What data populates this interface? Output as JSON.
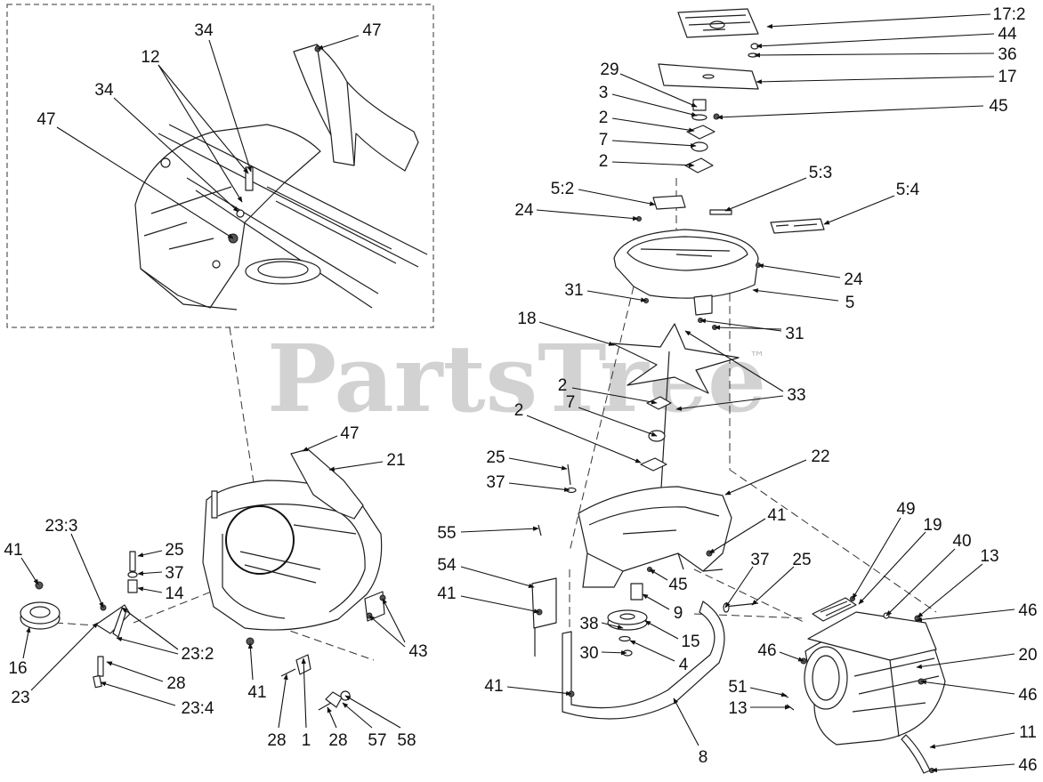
{
  "watermark": {
    "brand": "PartsTree",
    "trademark": "™"
  },
  "colors": {
    "line": "#1e1e1e",
    "watermark": "#c4c4c4"
  },
  "callouts": [
    "47",
    "34",
    "12",
    "34",
    "47",
    "17:2",
    "44",
    "36",
    "29",
    "17",
    "3",
    "45",
    "2",
    "7",
    "2",
    "5:2",
    "5:3",
    "5:4",
    "24",
    "24",
    "31",
    "5",
    "18",
    "31",
    "2",
    "33",
    "7",
    "2",
    "25",
    "22",
    "37",
    "41",
    "55",
    "54",
    "37",
    "25",
    "41",
    "45",
    "9",
    "38",
    "15",
    "30",
    "4",
    "41",
    "8",
    "49",
    "19",
    "40",
    "13",
    "46",
    "46",
    "20",
    "51",
    "13",
    "46",
    "11",
    "46",
    "47",
    "21",
    "23:3",
    "41",
    "25",
    "37",
    "14",
    "23:2",
    "16",
    "43",
    "23",
    "28",
    "41",
    "23:4",
    "28",
    "1",
    "28",
    "57",
    "58"
  ]
}
